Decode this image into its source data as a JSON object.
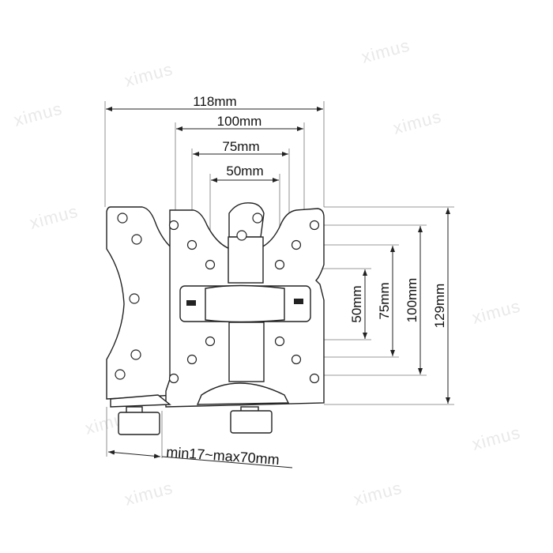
{
  "watermark": "ximus",
  "dimensions": {
    "width_118": "118mm",
    "width_100": "100mm",
    "width_75": "75mm",
    "width_50": "50mm",
    "height_50": "50mm",
    "height_75": "75mm",
    "height_100": "100mm",
    "height_129": "129mm",
    "clamp_range": "min17~max70mm"
  },
  "colors": {
    "line": "#222222",
    "watermark": "#e9e9e9"
  }
}
